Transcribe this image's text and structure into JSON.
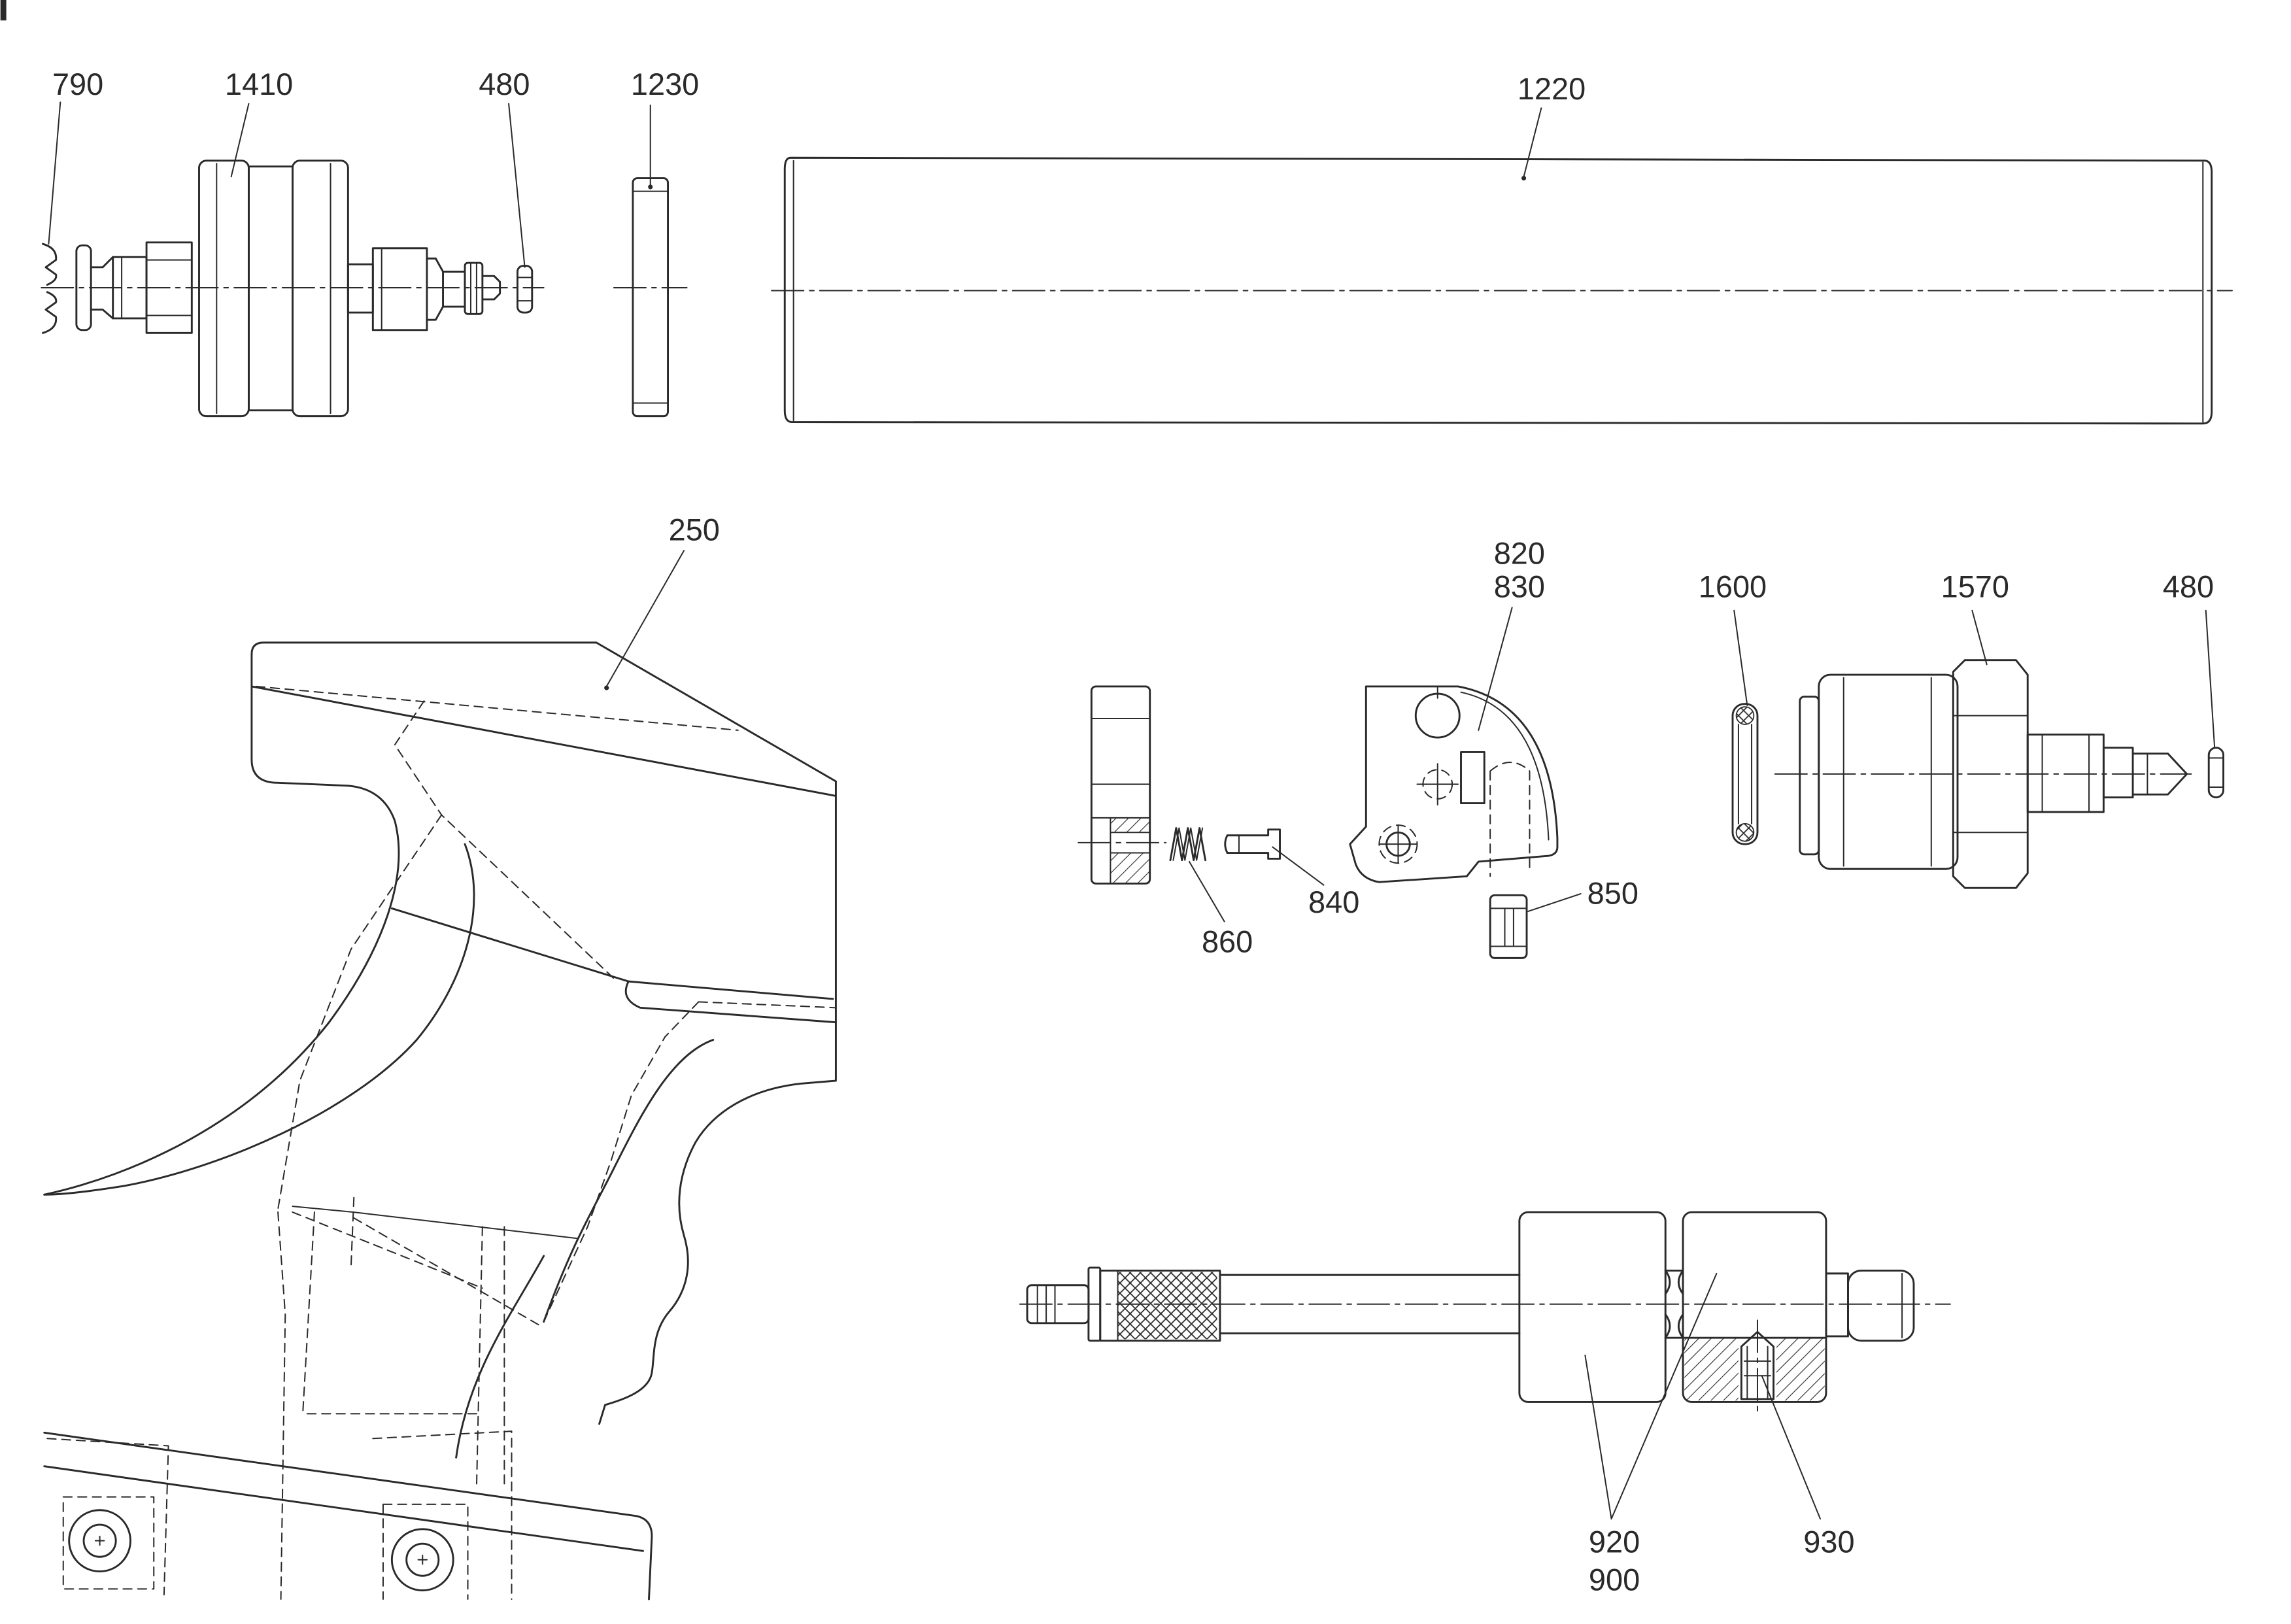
{
  "top_row": [
    "790",
    "1410",
    "480",
    "1230",
    "1220"
  ],
  "grip": [
    "250"
  ],
  "middle_row": [
    "820",
    "830",
    "1600",
    "1570",
    "480",
    "840",
    "860",
    "850"
  ],
  "bottom_assembly": [
    "920",
    "900",
    "930"
  ],
  "colors": {
    "line": "#2a2a2a",
    "background": "#ffffff"
  }
}
